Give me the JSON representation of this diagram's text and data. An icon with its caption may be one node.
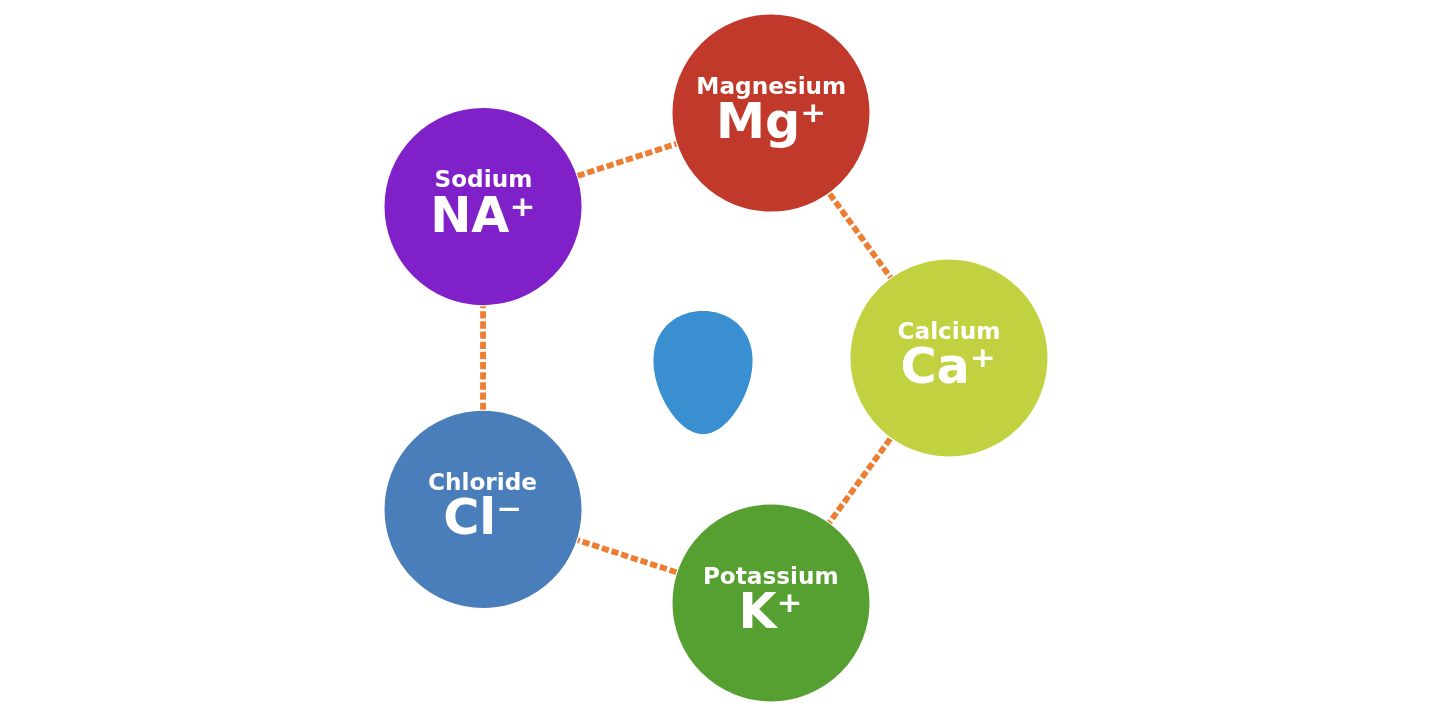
{
  "diagram": {
    "nodes": [
      {
        "text": [
          "Potassium",
          "K⁺"
        ]
      },
      {
        "text": [
          "Calcium",
          "Ca⁺"
        ]
      },
      {
        "text": [
          "Chloride",
          "Cl⁻"
        ]
      },
      {
        "text": [],
        "shape": "picture"
      },
      {
        "text": [
          "Magnesium",
          "Mg⁺"
        ]
      },
      {
        "text": [
          "Sodium",
          "NA⁺"
        ]
      }
    ],
    "edges": [
      {
        "from": 0,
        "to": 2,
        "arrow": "none",
        "style": "dashed"
      },
      {
        "from": 2,
        "to": 5,
        "arrow": "none",
        "style": "dashed"
      },
      {
        "from": 5,
        "to": 4,
        "arrow": "none",
        "style": "dashed"
      },
      {
        "from": 4,
        "to": 1,
        "arrow": "none",
        "style": "dashed"
      },
      {
        "from": 1,
        "to": 0,
        "arrow": "none",
        "style": "dashed"
      }
    ]
  }
}
